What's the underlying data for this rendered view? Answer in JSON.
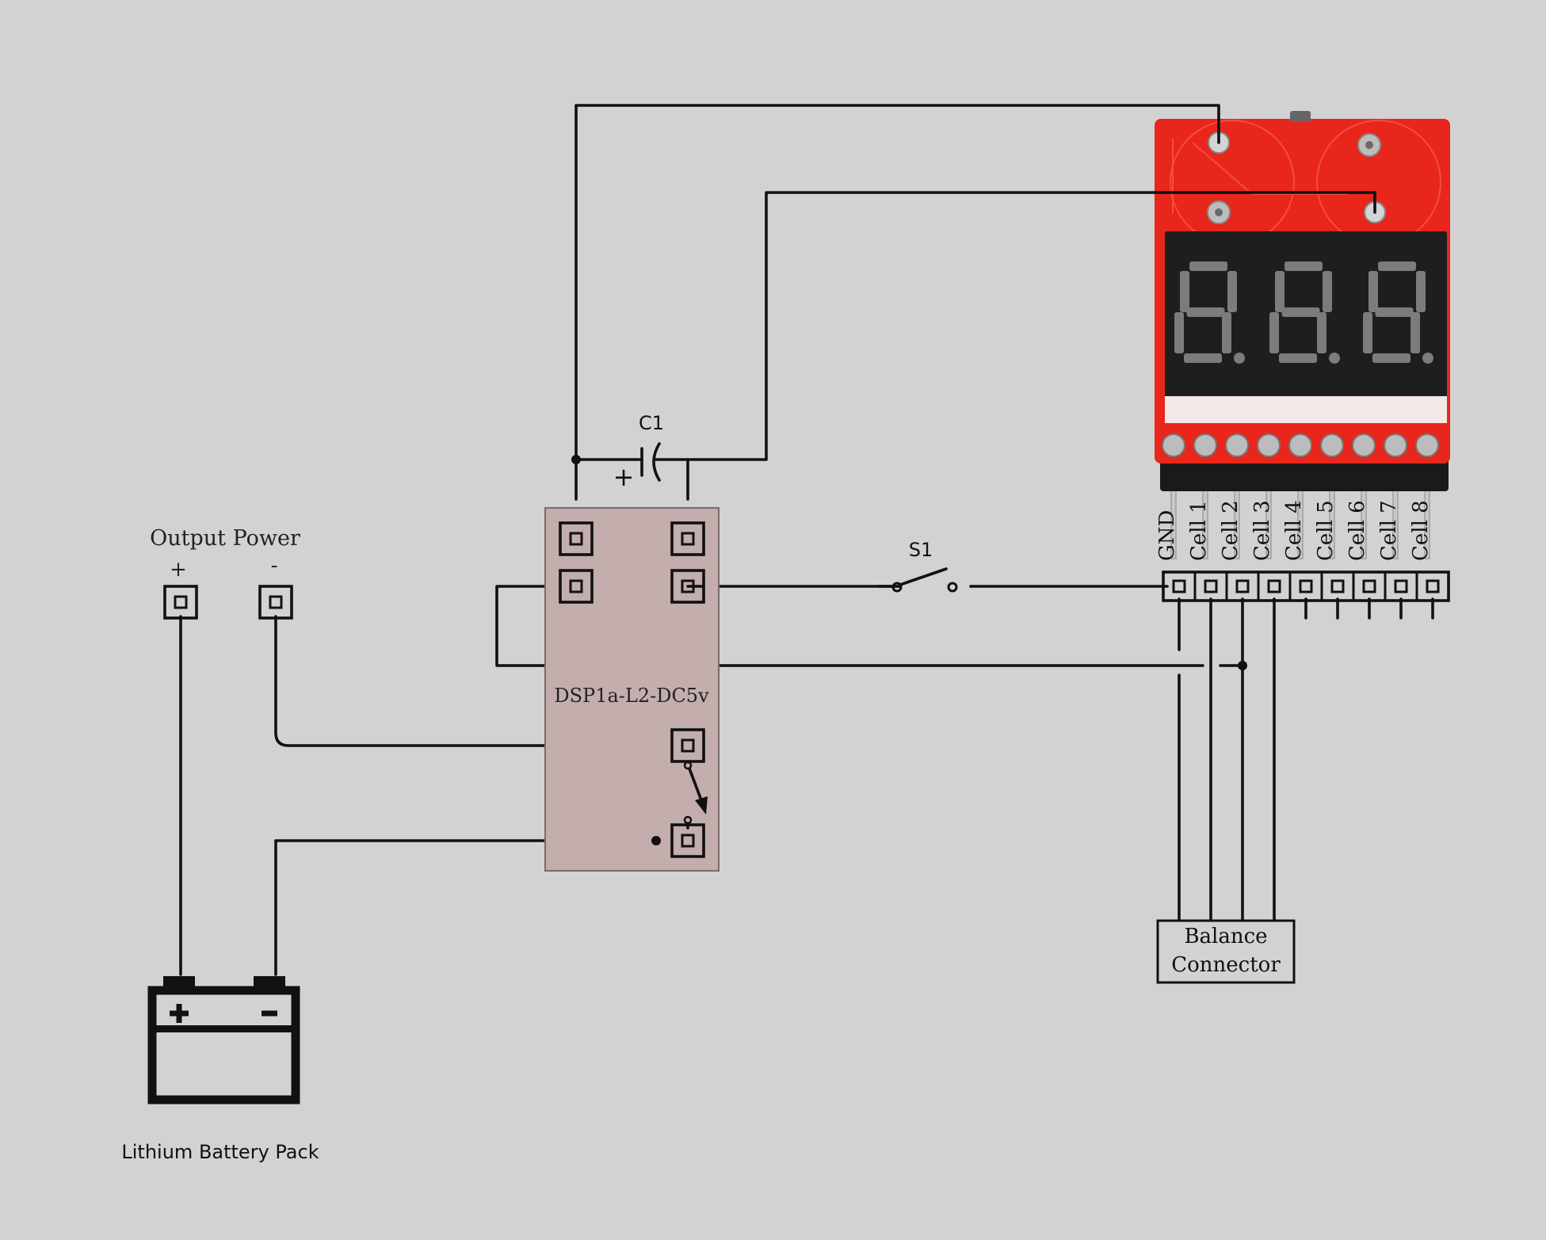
{
  "labels": {
    "c1": "C1",
    "c1_plus": "+",
    "s1": "S1",
    "output_power": "Output Power",
    "output_plus": "+",
    "output_minus": "-",
    "relay": "DSP1a-L2-DC5v",
    "balance_line1": "Balance",
    "balance_line2": "Connector",
    "battery": "Lithium Battery Pack"
  },
  "pin_labels": [
    "GND",
    "Cell 1",
    "Cell 2",
    "Cell 3",
    "Cell 4",
    "Cell 5",
    "Cell 6",
    "Cell 7",
    "Cell 8"
  ],
  "display": {
    "digits": [
      "8",
      "8",
      "8"
    ]
  },
  "colors": {
    "background": "#d2d2d2",
    "wire": "#111111",
    "relay_fill": "#c3adad",
    "pcb_red": "#e8261c",
    "display_black": "#1e1e1e",
    "segment_grey": "#7c7c7c"
  }
}
